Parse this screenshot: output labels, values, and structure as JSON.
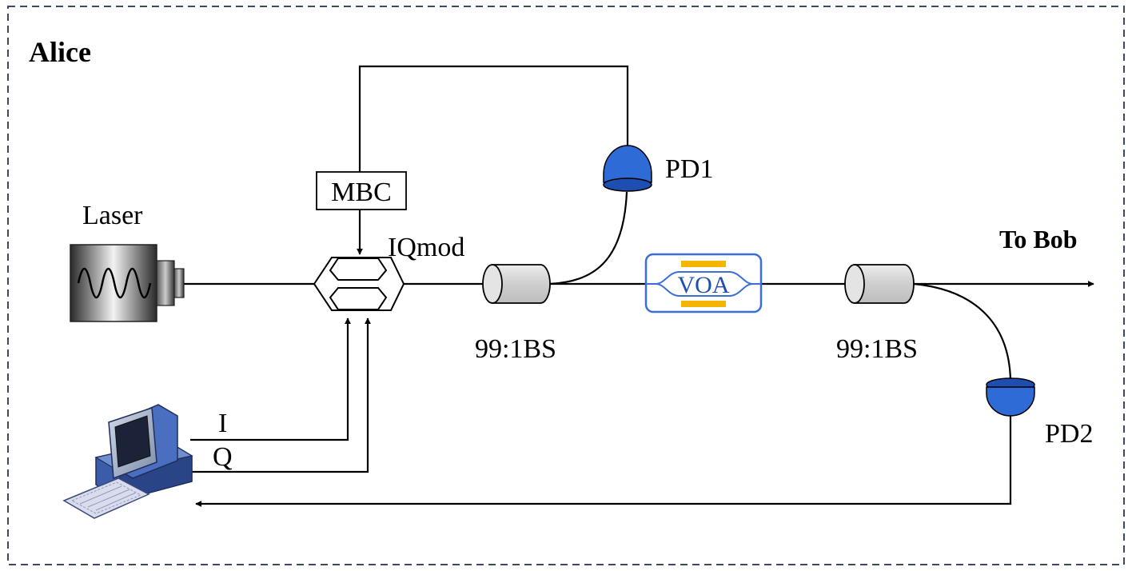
{
  "diagram": {
    "frame_label": "Alice",
    "components": {
      "laser": "Laser",
      "mbc": "MBC",
      "iq_modulator": "IQmod",
      "splitter_1": "99:1BS",
      "voa": "VOA",
      "splitter_2": "99:1BS",
      "photodiode_1": "PD1",
      "photodiode_2": "PD2"
    },
    "signals": {
      "in_phase": "I",
      "quadrature": "Q"
    },
    "output": "To Bob"
  },
  "colors": {
    "frame": "#3d4a5e",
    "photodiode": "#2f6bd6",
    "voa_border": "#3a6fd8",
    "voa_electrode": "#f4b400",
    "splitter": "#d3d3d3"
  },
  "icons": [
    "laser-icon",
    "computer-icon",
    "photodiode-icon",
    "beam-splitter-icon",
    "voa-icon",
    "iq-modulator-icon"
  ]
}
